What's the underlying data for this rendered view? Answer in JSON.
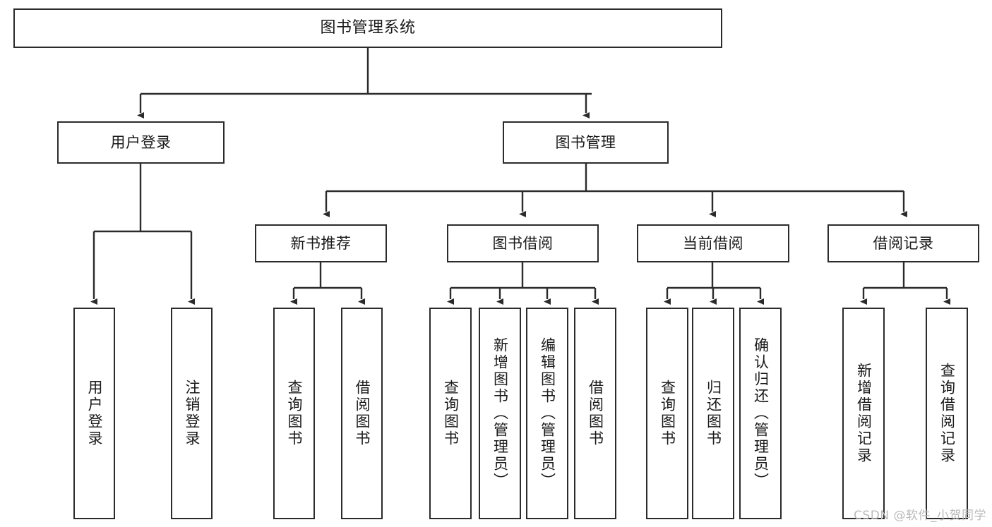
{
  "diagram": {
    "title": "图书管理系统",
    "type": "hierarchy-tree",
    "line_color": "#2b2b2b",
    "box_fill": "#ffffff",
    "text_color": "#1a1a1a",
    "watermark": "CSDN @软件_小贺同学",
    "levels": {
      "root": {
        "label": "图书管理系统"
      },
      "level1": [
        {
          "label": "用户登录"
        },
        {
          "label": "图书管理"
        }
      ],
      "level2": [
        {
          "label": "新书推荐"
        },
        {
          "label": "图书借阅"
        },
        {
          "label": "当前借阅"
        },
        {
          "label": "借阅记录"
        }
      ],
      "leaves": {
        "user_login": [
          {
            "label": "用户登录"
          },
          {
            "label": "注销登录"
          }
        ],
        "new_book": [
          {
            "label": "查询图书"
          },
          {
            "label": "借阅图书"
          }
        ],
        "book_borrow": [
          {
            "label": "查询图书"
          },
          {
            "label": "新增图书（管理员）"
          },
          {
            "label": "编辑图书（管理员）"
          },
          {
            "label": "借阅图书"
          }
        ],
        "current_borrow": [
          {
            "label": "查询图书"
          },
          {
            "label": "归还图书"
          },
          {
            "label": "确认归还（管理员）"
          }
        ],
        "borrow_record": [
          {
            "label": "新增借阅记录"
          },
          {
            "label": "查询借阅记录"
          }
        ]
      }
    }
  }
}
